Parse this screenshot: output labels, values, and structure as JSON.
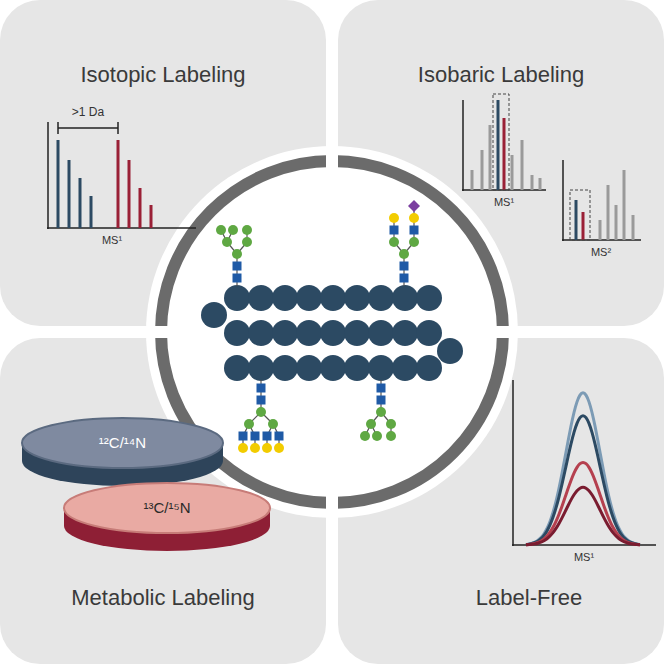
{
  "diagram": {
    "nodes": [
      {
        "text": [
          "Isotopic Labeling"
        ]
      },
      {
        "text": [
          "Isobaric Labeling"
        ]
      },
      {
        "text": [
          "Metabolic Labeling"
        ]
      },
      {
        "text": [
          "¹²C/¹⁴N"
        ],
        "in": 2
      },
      {
        "text": [
          "¹³C/¹⁵N"
        ],
        "in": 2
      },
      {
        "text": [
          "Label-Free"
        ]
      }
    ],
    "labels": [
      ">1 Da",
      "MS¹",
      "MS¹",
      "MS²",
      "MS¹"
    ]
  }
}
